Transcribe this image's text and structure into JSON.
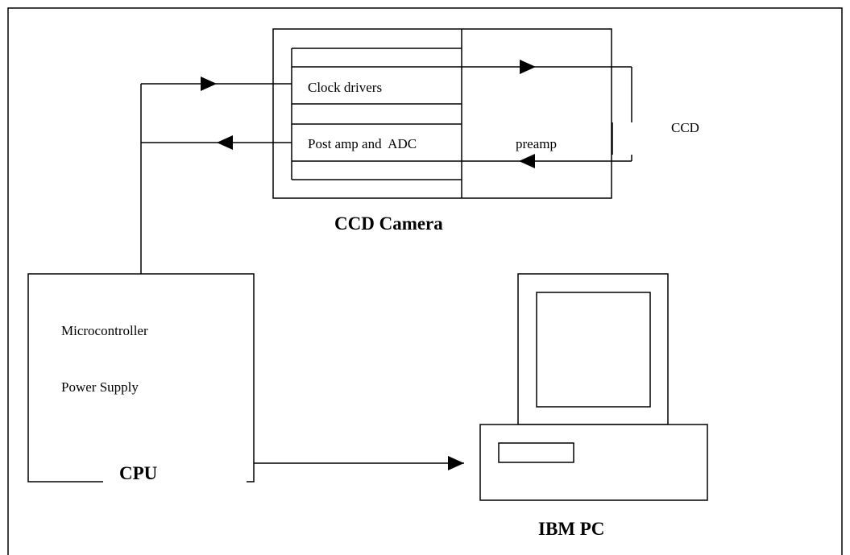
{
  "camera": {
    "title": "CCD Camera",
    "clock_drivers": "Clock drivers",
    "post_amp_adc": "Post amp and  ADC",
    "preamp": "preamp",
    "ccd": "CCD"
  },
  "cpu": {
    "title": "CPU",
    "microcontroller": "Microcontroller",
    "power_supply": "Power Supply"
  },
  "pc": {
    "title": "IBM PC"
  }
}
